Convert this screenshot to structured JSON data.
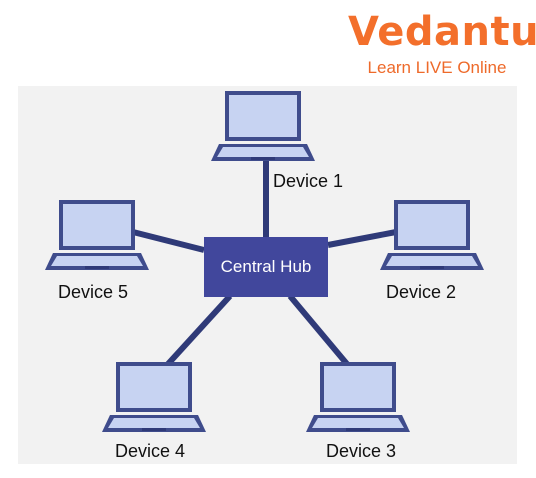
{
  "logo": {
    "wordmark": "Vedantu",
    "tagline": "Learn LIVE Online"
  },
  "hub": {
    "label": "Central Hub"
  },
  "devices": [
    {
      "label": "Device 1"
    },
    {
      "label": "Device 2"
    },
    {
      "label": "Device 3"
    },
    {
      "label": "Device 4"
    },
    {
      "label": "Device 5"
    }
  ],
  "colors": {
    "brand_orange": "#f36f2b",
    "hub_fill": "#41479c",
    "link_line": "#2f3a78",
    "laptop_frame": "#3f4c8c",
    "laptop_screen": "#c7d3f2",
    "panel_bg": "#f2f2f2"
  }
}
